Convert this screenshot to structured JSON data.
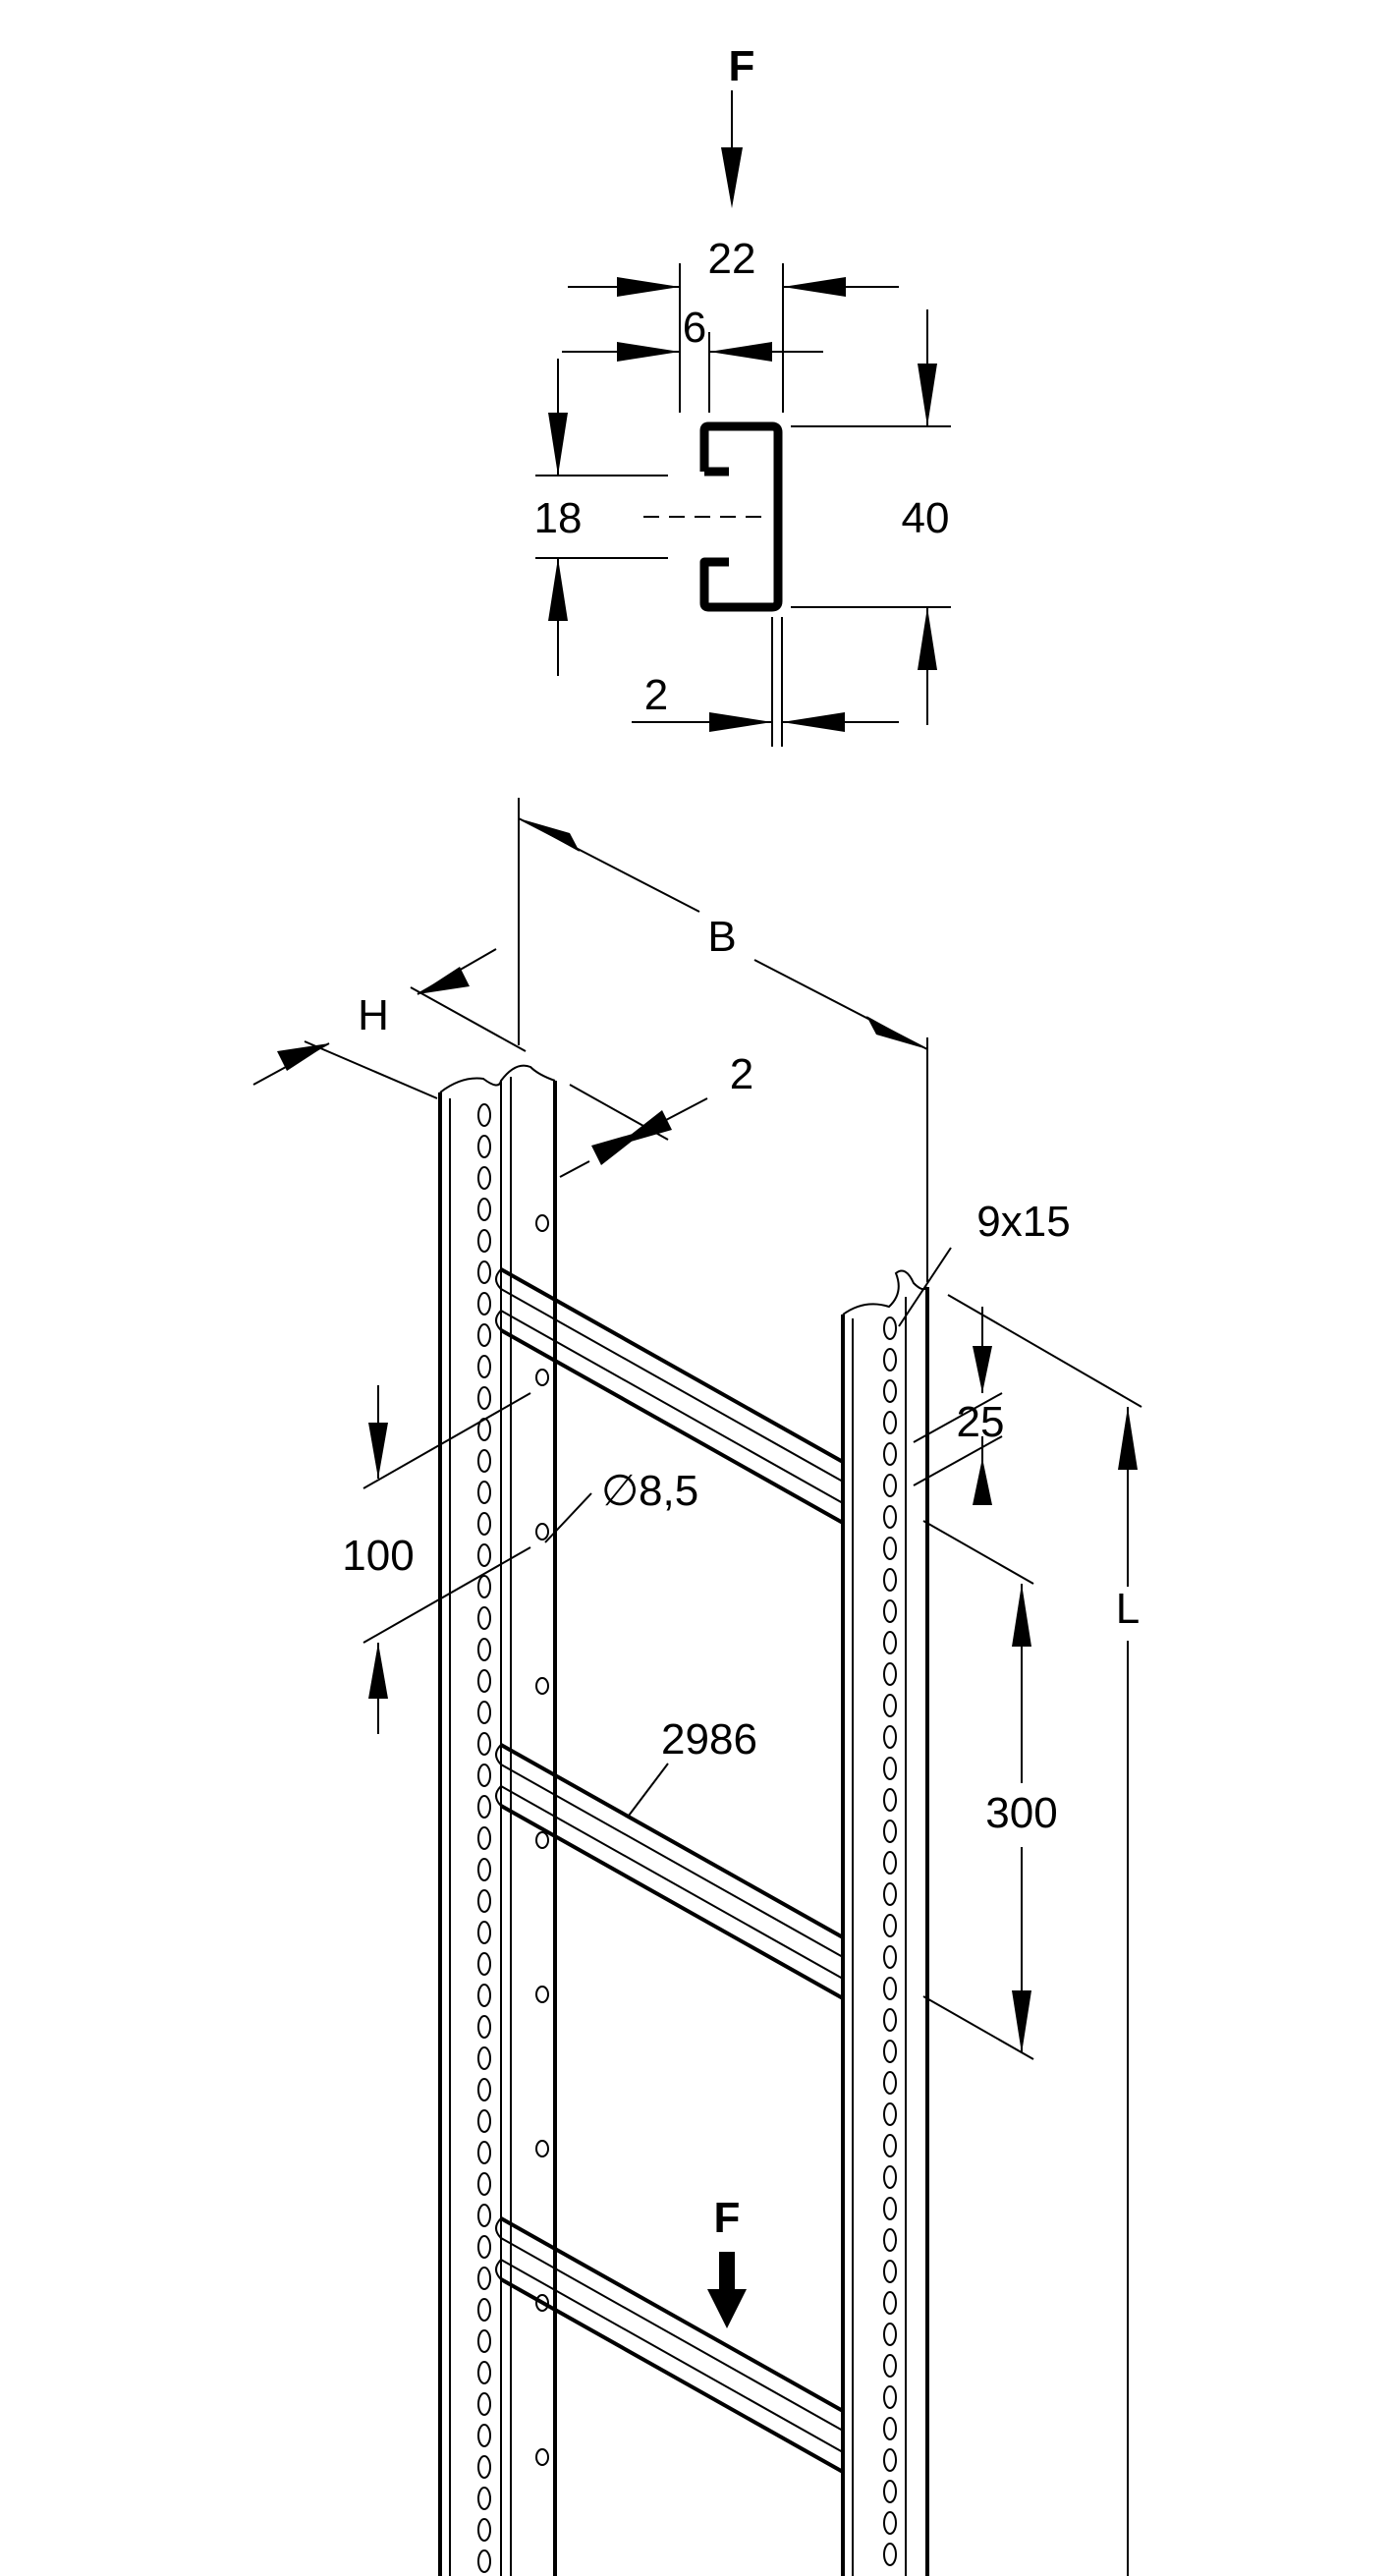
{
  "force_top": "F",
  "force_bottom": "F",
  "section": {
    "width": "22",
    "lip": "6",
    "opening": "18",
    "height": "40",
    "thickness": "2"
  },
  "ladder": {
    "width": "B",
    "depth": "H",
    "thickness": "2",
    "slot": "9x15",
    "slot_offset": "25",
    "hole_diameter_symbol": "∅",
    "hole_diameter": "8,5",
    "hole_pitch": "100",
    "rung_pitch": "300",
    "rung_label": "2986",
    "length": "L"
  }
}
